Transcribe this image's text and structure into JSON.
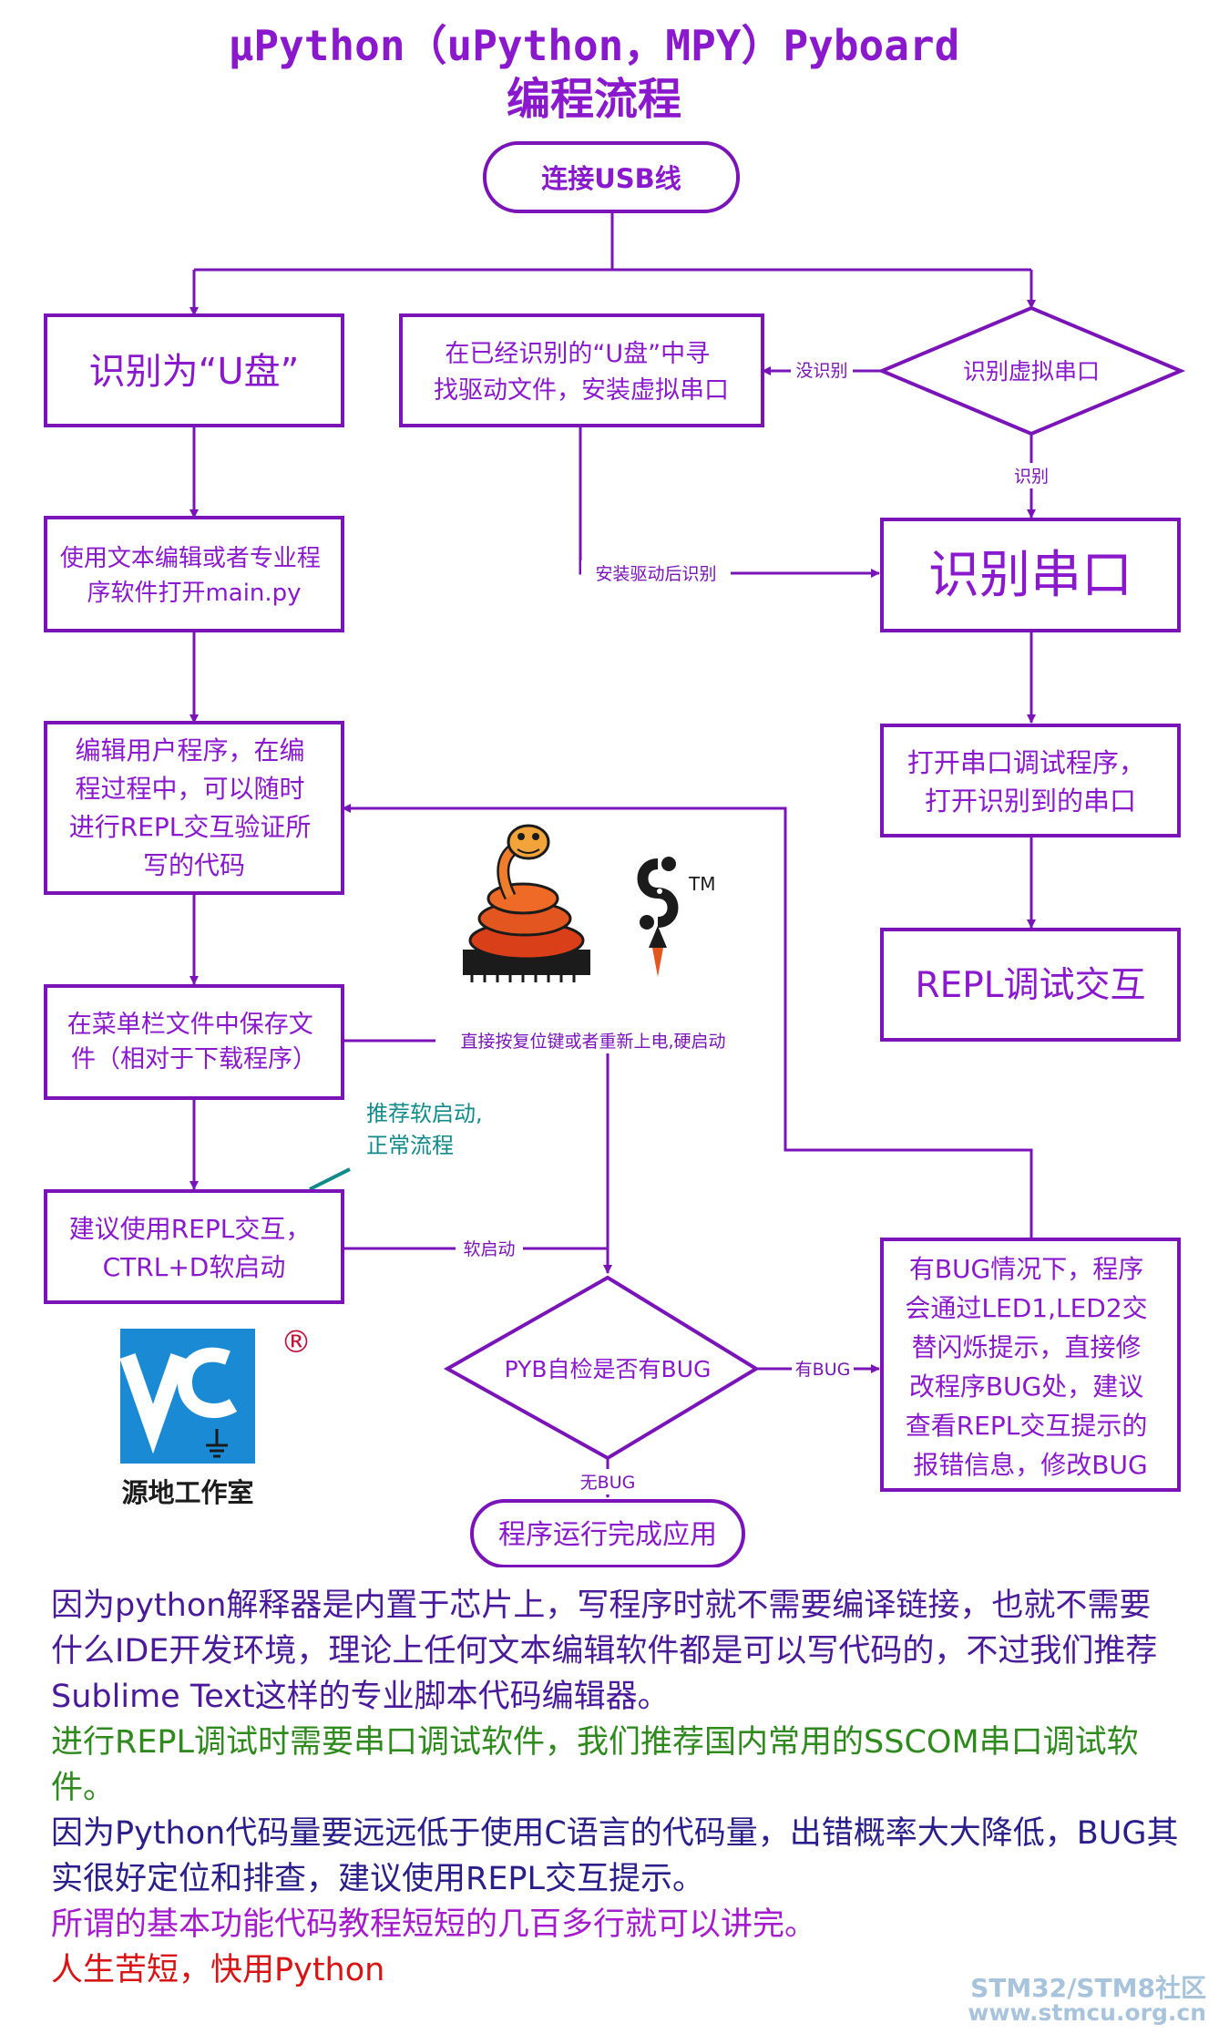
{
  "title": {
    "line1": "μPython（uPython，MPY）Pyboard",
    "line2": "编程流程"
  },
  "nodes": {
    "start": "连接USB线",
    "udisk": "识别为“U盘”",
    "find_driver": [
      "在已经识别的“U盘”中寻",
      "找驱动文件，安装虚拟串口"
    ],
    "detect_serial": "识别虚拟串口",
    "open_editor": [
      "使用文本编辑或者专业程",
      "序软件打开main.py"
    ],
    "serial_ok": "识别串口",
    "edit_program": [
      "编辑用户程序，在编",
      "程过程中，可以随时",
      "进行REPL交互验证所",
      "写的代码"
    ],
    "open_serial_tool": [
      "打开串口调试程序，",
      "打开识别到的串口"
    ],
    "repl": "REPL调试交互",
    "save_file": [
      "在菜单栏文件中保存文",
      "件（相对于下载程序）"
    ],
    "soft_reboot": [
      "建议使用REPL交互，",
      "CTRL+D软启动"
    ],
    "self_test": "PYB自检是否有BUG",
    "bug_info": [
      "有BUG情况下，程序",
      "会通过LED1,LED2交",
      "替闪烁提示，直接修",
      "改程序BUG处，建议",
      "查看REPL交互提示的",
      "报错信息，修改BUG"
    ],
    "done": "程序运行完成应用"
  },
  "edge_labels": {
    "not_detected": "没识别",
    "detected": "识别",
    "after_driver": "安装驱动后识别",
    "hard_reset": "直接按复位键或者重新上电,硬启动",
    "soft_boot": "软启动",
    "has_bug": "有BUG",
    "no_bug": "无BUG"
  },
  "note": [
    "推荐软启动,",
    "正常流程"
  ],
  "logos": {
    "trademark": "TM",
    "registered": "®",
    "studio": "源地工作室"
  },
  "paragraphs": [
    {
      "text": "因为python解释器是内置于芯片上，写程序时就不需要编译链接，也就不需要什么IDE开发环境，理论上任何文本编辑软件都是可以写代码的，不过我们推荐Sublime Text这样的专业脚本代码编辑器。",
      "color": "#4a1a9a"
    },
    {
      "text": "进行REPL调试时需要串口调试软件，我们推荐国内常用的SSCOM串口调试软件。",
      "color": "#2f8a1e"
    },
    {
      "text": "因为Python代码量要远远低于使用C语言的代码量，出错概率大大降低，BUG其实很好定位和排查，建议使用REPL交互提示。",
      "color": "#2a1f8a"
    },
    {
      "text": "所谓的基本功能代码教程短短的几百多行就可以讲完。",
      "color": "#a41ccc"
    },
    {
      "text": "人生苦短，快用Python",
      "color": "#d81414"
    }
  ],
  "watermark": {
    "line1": "STM32/STM8社区",
    "line2": "www.stmcu.org.cn"
  },
  "colors": {
    "accent": "#7a14b8",
    "note": "#118a8a",
    "logo_blue": "#1a8ad4"
  }
}
